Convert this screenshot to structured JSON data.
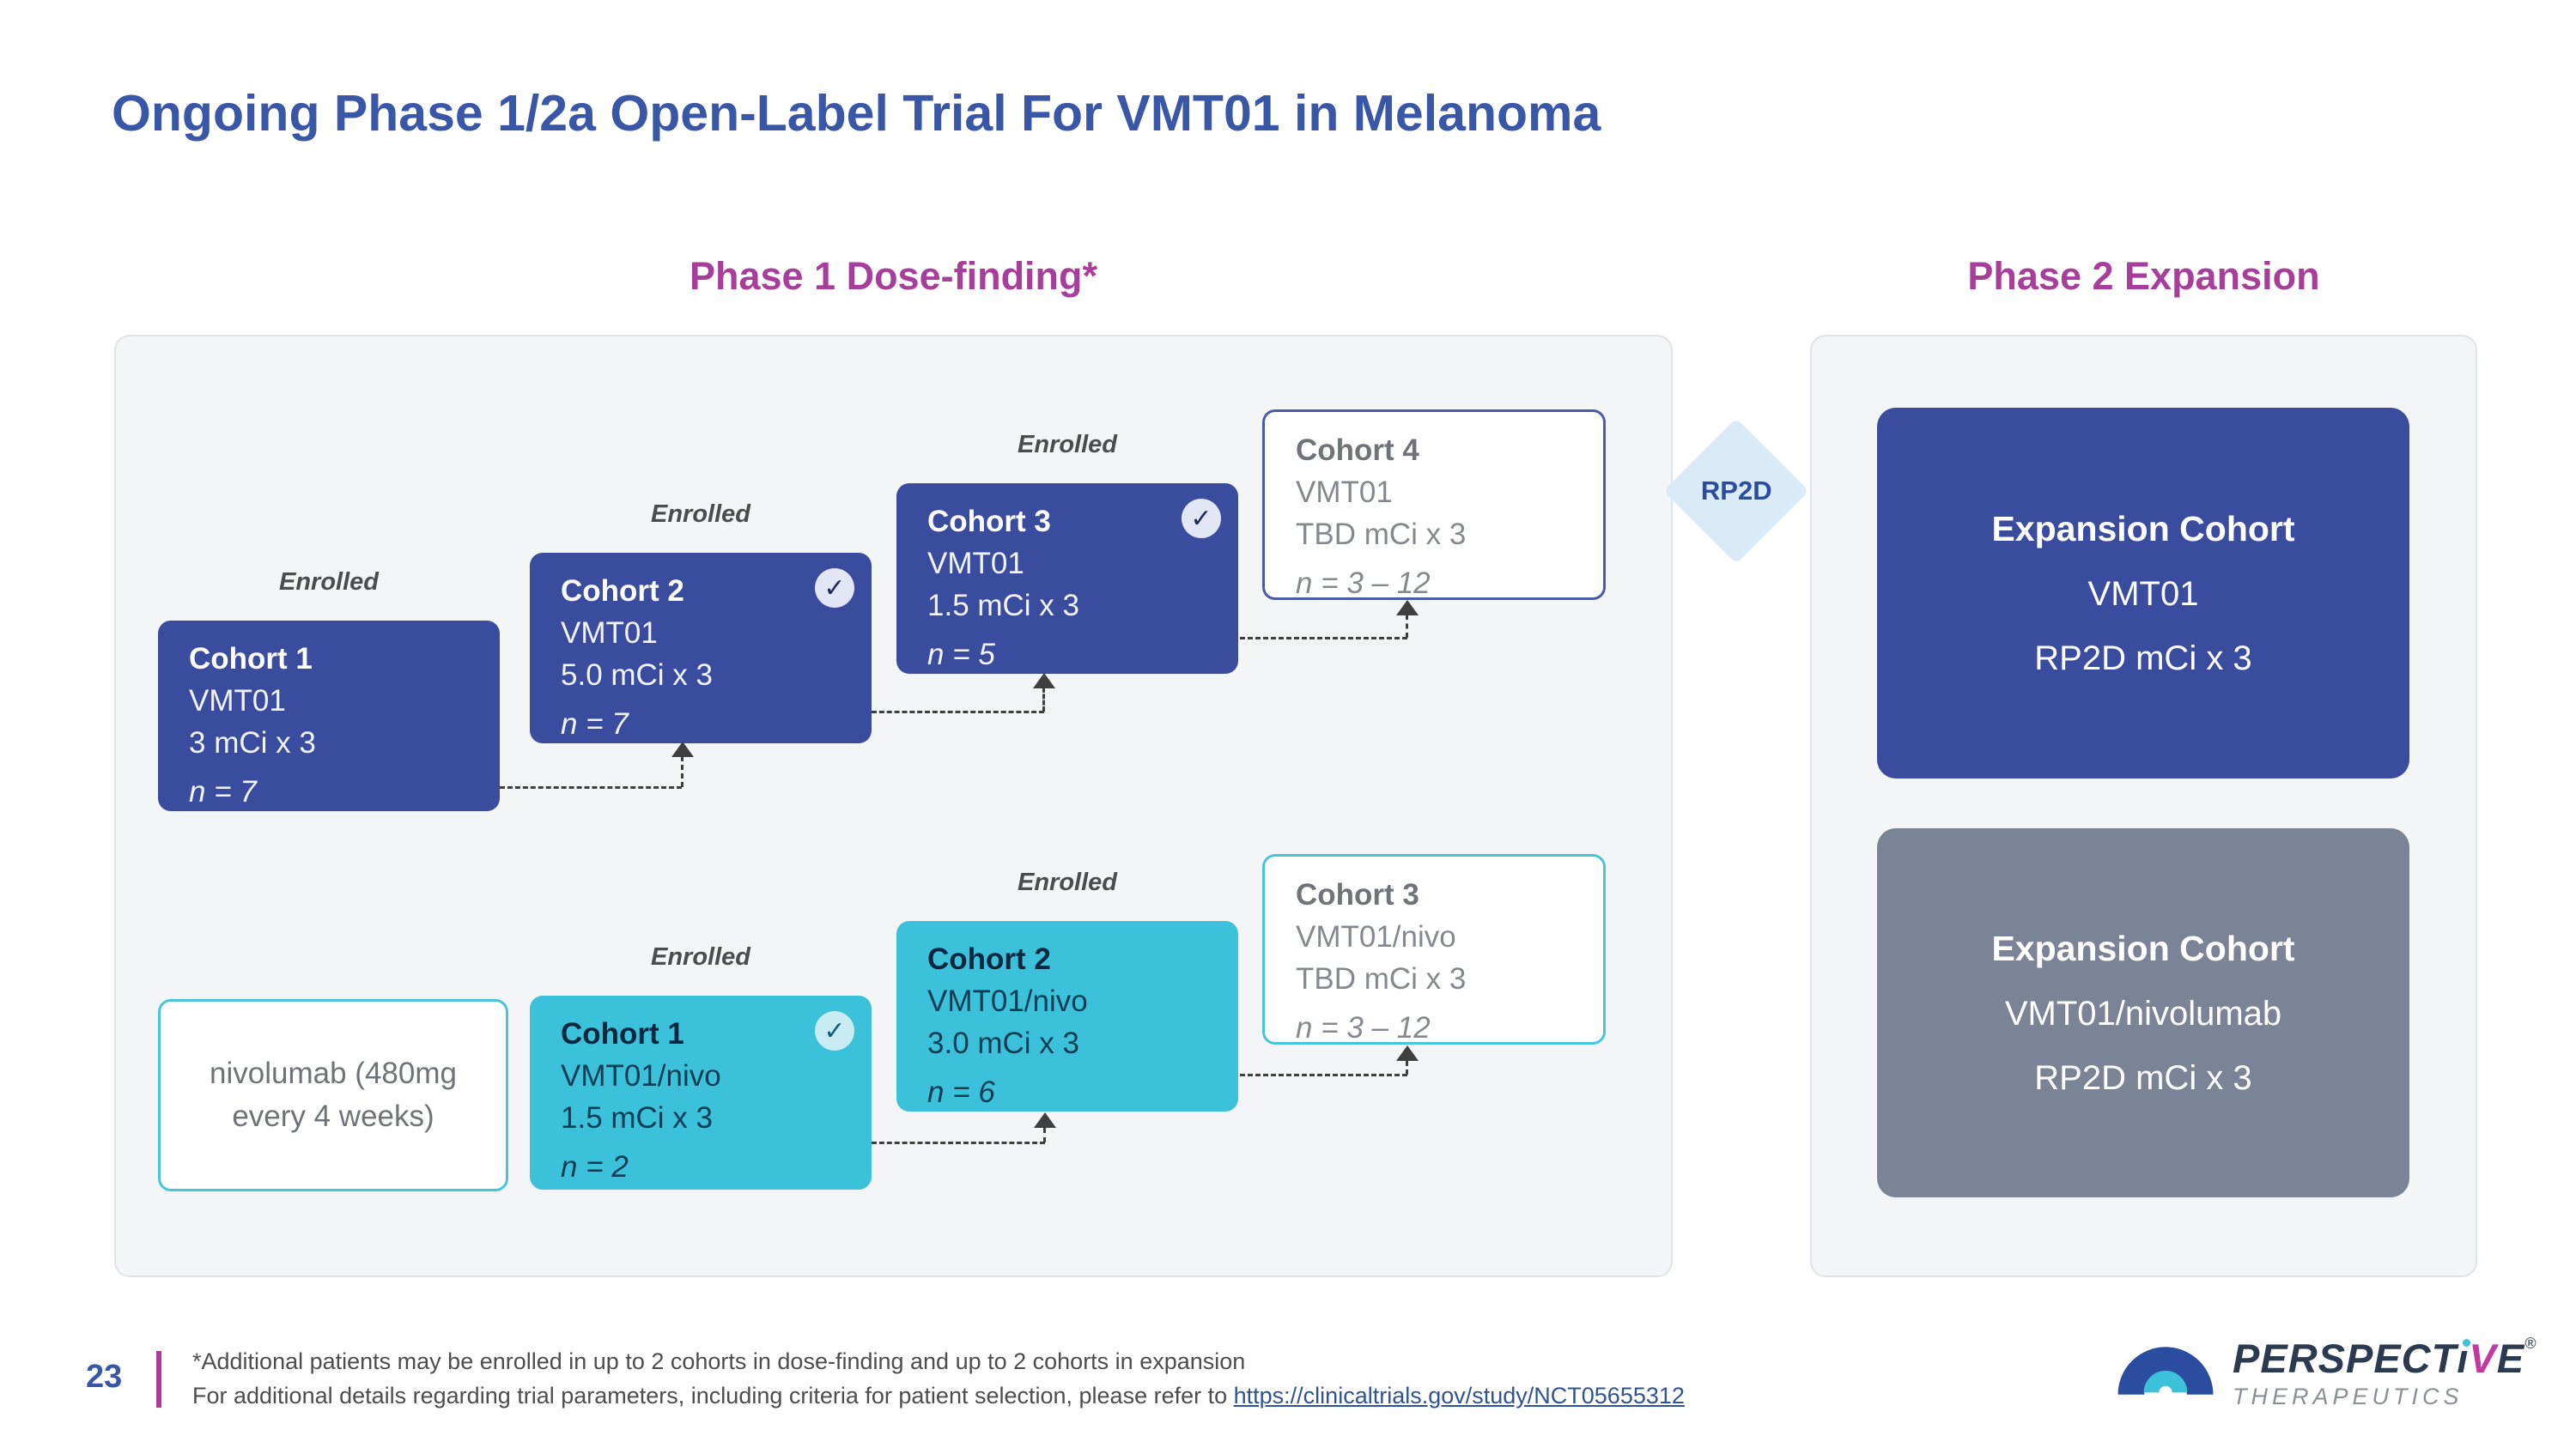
{
  "slide": {
    "title": "Ongoing Phase 1/2a Open-Label Trial For VMT01 in Melanoma",
    "page_number": "23"
  },
  "headers": {
    "phase1": "Phase 1 Dose-finding*",
    "phase2": "Phase 2 Expansion"
  },
  "labels": {
    "enrolled": "Enrolled",
    "rp2d": "RP2D"
  },
  "icons": {
    "check_glyph": "✓"
  },
  "phase1": {
    "mono": [
      {
        "title": "Cohort 1",
        "drug": "VMT01",
        "dose": "3 mCi x 3",
        "n": "n = 7",
        "enrolled": true,
        "checked": false
      },
      {
        "title": "Cohort 2",
        "drug": "VMT01",
        "dose": "5.0 mCi x 3",
        "n": "n = 7",
        "enrolled": true,
        "checked": true
      },
      {
        "title": "Cohort 3",
        "drug": "VMT01",
        "dose": "1.5 mCi x 3",
        "n": "n = 5",
        "enrolled": true,
        "checked": true
      },
      {
        "title": "Cohort 4",
        "drug": "VMT01",
        "dose": "TBD mCi x 3",
        "n": "n = 3 – 12",
        "enrolled": false,
        "checked": false
      }
    ],
    "combo": [
      {
        "title": "nivolumab (480mg every 4 weeks)"
      },
      {
        "title": "Cohort 1",
        "drug": "VMT01/nivo",
        "dose": "1.5 mCi x 3",
        "n": "n = 2",
        "enrolled": true,
        "checked": true
      },
      {
        "title": "Cohort 2",
        "drug": "VMT01/nivo",
        "dose": "3.0 mCi x 3",
        "n": "n = 6",
        "enrolled": true,
        "checked": false
      },
      {
        "title": "Cohort 3",
        "drug": "VMT01/nivo",
        "dose": "TBD mCi x 3",
        "n": "n = 3 – 12",
        "enrolled": false,
        "checked": false
      }
    ]
  },
  "phase2": {
    "expansion": [
      {
        "title": "Expansion Cohort",
        "drug": "VMT01",
        "dose": "RP2D mCi x 3",
        "style": "blue"
      },
      {
        "title": "Expansion Cohort",
        "drug": "VMT01/nivolumab",
        "dose": "RP2D mCi x 3",
        "style": "gray"
      }
    ]
  },
  "footnotes": {
    "line1": "*Additional patients may be enrolled in up to 2 cohorts in dose-finding and up to 2 cohorts in expansion",
    "line2_prefix": "For additional details regarding trial parameters, including criteria for patient selection, please refer to ",
    "link": "https://clinicaltrials.gov/study/NCT05655312"
  },
  "logo": {
    "wordmark_pre": "PERSPECT",
    "wordmark_i": "ı",
    "wordmark_v": "V",
    "wordmark_e": "E",
    "registered": "®",
    "subtitle": "THERAPEUTICS"
  },
  "colors": {
    "title_blue": "#3A57A7",
    "header_magenta": "#A83E9C",
    "cohort_blue": "#3A4C9E",
    "cohort_teal": "#3CC1DA",
    "expansion_gray": "#7A8496",
    "diamond_fill": "#D8EBF6",
    "link_blue": "#2E5496",
    "page_bar_pink": "#B03A9A"
  }
}
